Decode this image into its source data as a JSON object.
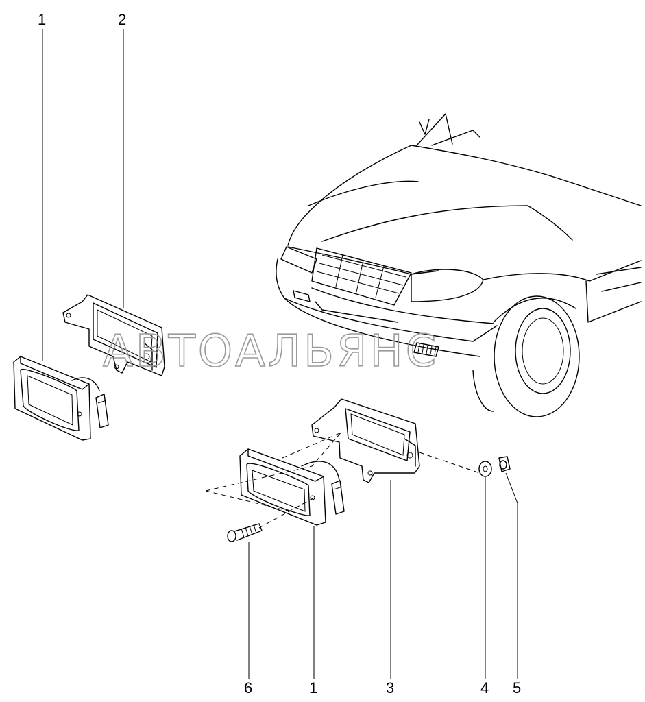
{
  "watermark": "АВТОАЛЬЯНС",
  "callouts": {
    "c1_top": "1",
    "c2_top": "2",
    "c6_bottom": "6",
    "c1_bottom": "1",
    "c3_bottom": "3",
    "c4_bottom": "4",
    "c5_bottom": "5"
  },
  "colors": {
    "ink": "#000000",
    "watermark": "#9a9a9a",
    "background": "#ffffff"
  }
}
